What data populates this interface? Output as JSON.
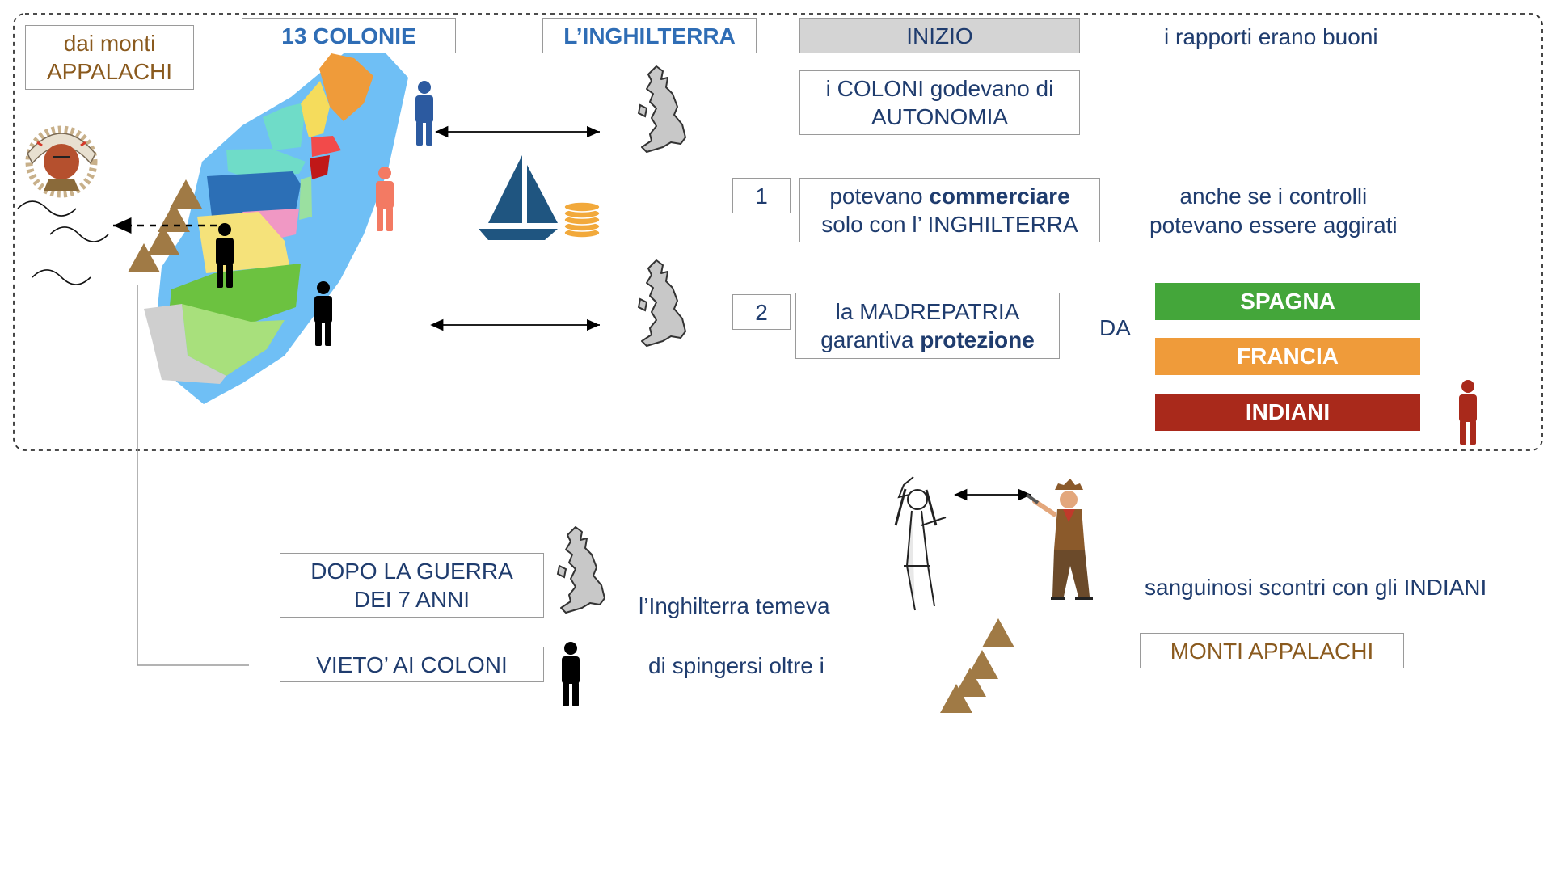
{
  "header": {
    "appalachi_1": "dai monti",
    "appalachi_2": "APPALACHI",
    "colonie": "13 COLONIE",
    "inghilterra": "L’INGHILTERRA",
    "inizio": "INIZIO",
    "rapporti": "i rapporti erano buoni"
  },
  "autonomia": {
    "line1": "i COLONI godevano di",
    "line2": "AUTONOMIA"
  },
  "point1": {
    "num": "1",
    "line1_pre": "potevano ",
    "line1_bold": "commerciare",
    "line2": "solo con l’ INGHILTERRA",
    "note1": "anche se i controlli",
    "note2": "potevano essere aggirati"
  },
  "point2": {
    "num": "2",
    "line1": "la MADREPATRIA",
    "line2_pre": "garantiva ",
    "line2_bold": "protezione",
    "da": "DA"
  },
  "threats": [
    {
      "label": "SPAGNA",
      "color": "#44a63a"
    },
    {
      "label": "FRANCIA",
      "color": "#ef9b3a"
    },
    {
      "label": "INDIANI",
      "color": "#a9291b"
    }
  ],
  "lower": {
    "dopo_1": "DOPO LA GUERRA",
    "dopo_2": "DEI 7 ANNI",
    "vieto": "VIETO’ AI COLONI",
    "temeva": "l’Inghilterra temeva",
    "spingersi": "di spingersi oltre i",
    "scontri": "sanguinosi scontri  con gli INDIANI",
    "monti": "MONTI APPALACHI"
  },
  "colors": {
    "text_blue": "#1f3c6e",
    "heading_blue": "#2f6db5",
    "brown": "#8a5a1e",
    "ocean": "#6fbff5",
    "inizio_bg": "#d4d4d4"
  }
}
